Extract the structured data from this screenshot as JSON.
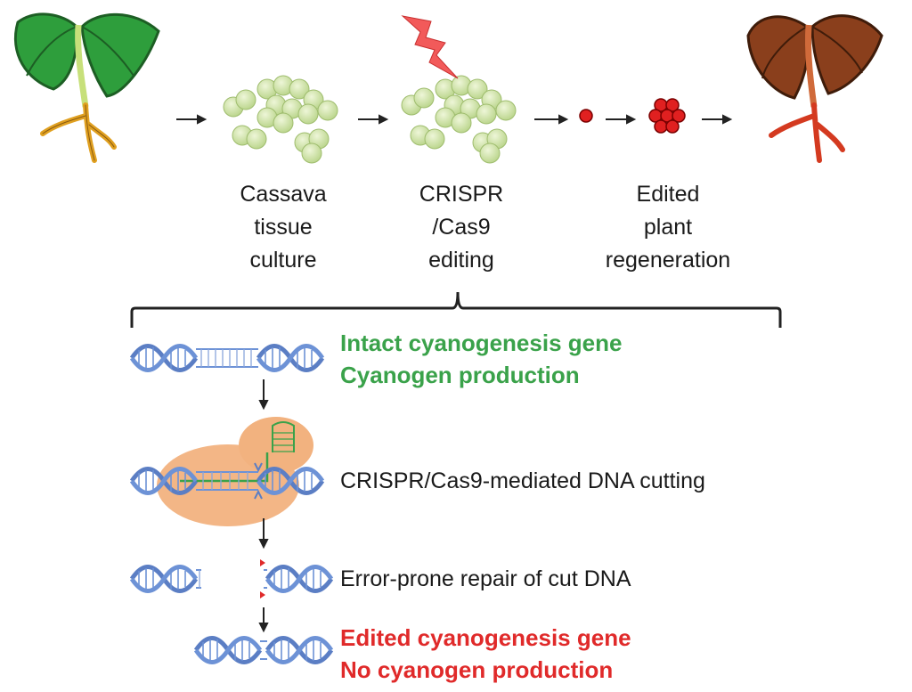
{
  "workflow": {
    "step1": [
      "Cassava",
      "tissue",
      "culture"
    ],
    "step2": [
      "CRISPR",
      "/Cas9",
      "editing"
    ],
    "step3": [
      "Edited",
      "plant",
      "regeneration"
    ]
  },
  "stages": {
    "intact_line1": "Intact cyanogenesis gene",
    "intact_line2": "Cyanogen production",
    "cutting": "CRISPR/Cas9-mediated DNA cutting",
    "repair": "Error-prone repair of cut DNA",
    "edited_line1": "Edited cyanogenesis gene",
    "edited_line2": "No cyanogen production"
  },
  "colors": {
    "healthy_leaf": "#2e9e3c",
    "healthy_root": "#e0a020",
    "edited_leaf": "#8a3f1c",
    "edited_root": "#d43a20",
    "callus": "#cde3a4",
    "dna": "#5b7ec4",
    "cas9": "#f2b27f",
    "lightning": "#f25a5a",
    "green_text": "#3aa24a",
    "red_text": "#e02a2a"
  }
}
